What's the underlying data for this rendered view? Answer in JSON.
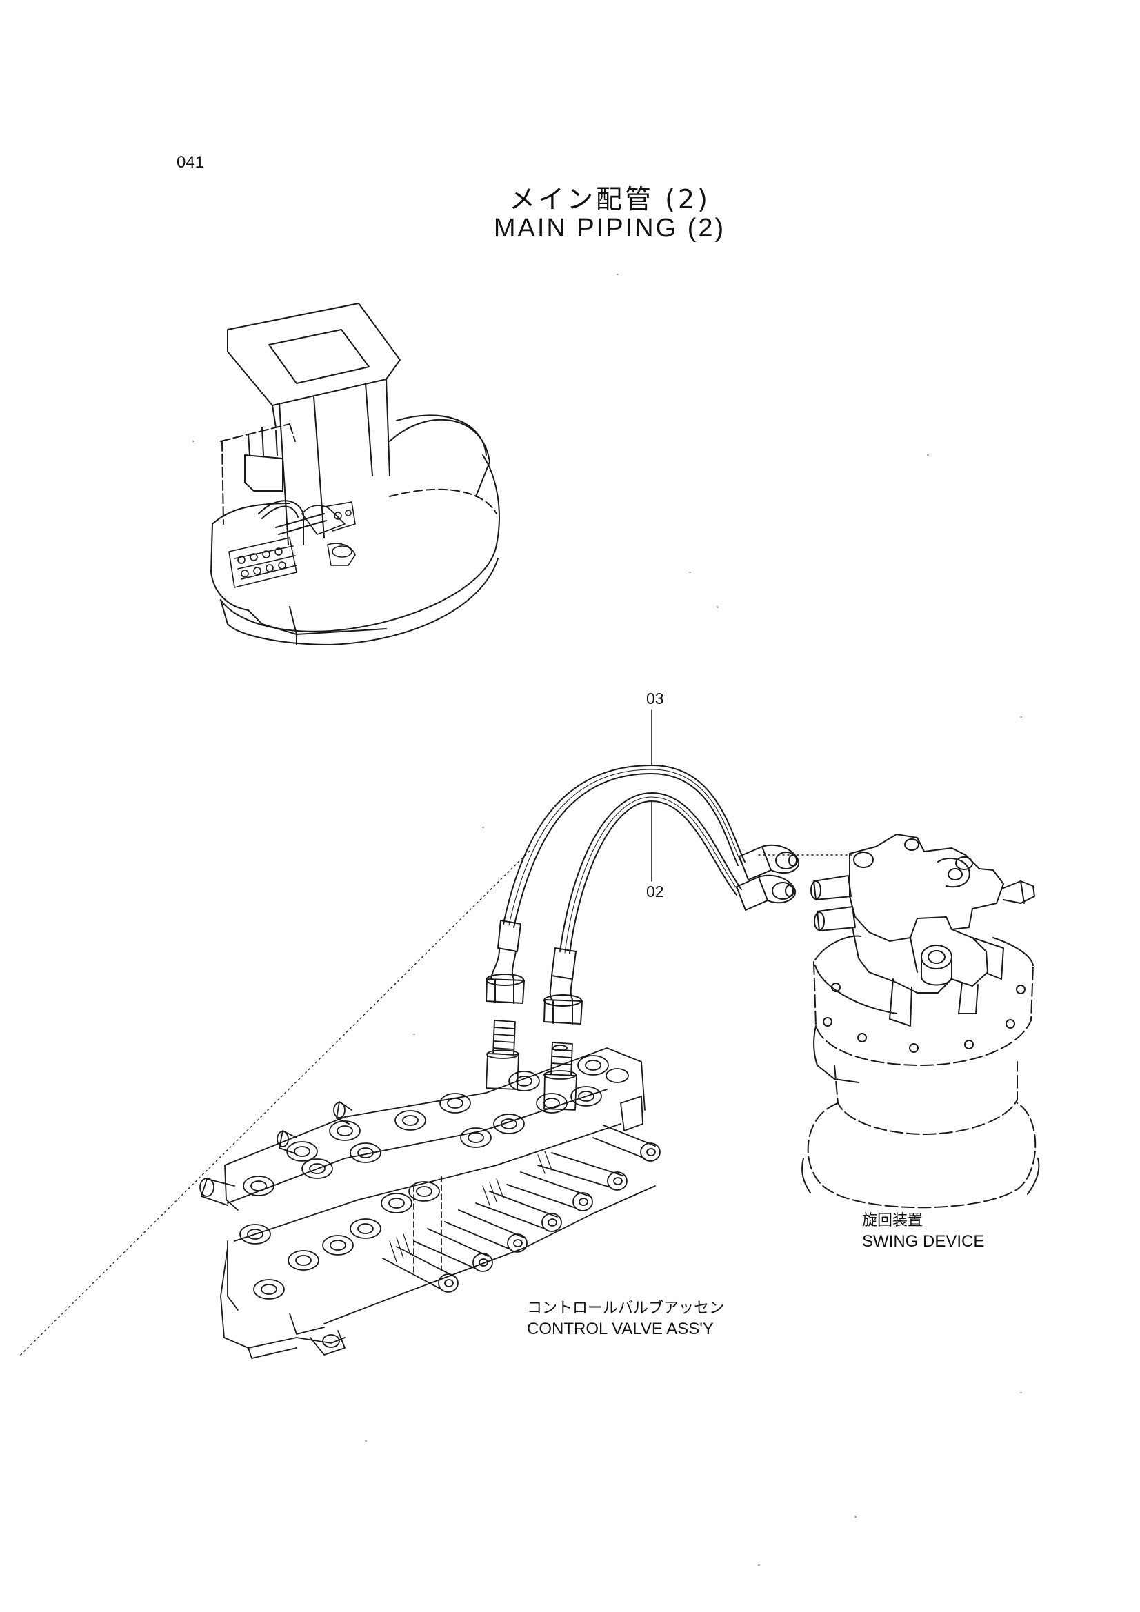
{
  "page": {
    "number": "041"
  },
  "title": {
    "jp": "メイン配管 (2)",
    "en": "MAIN PIPING (2)"
  },
  "callouts": [
    {
      "id": "03",
      "label": "03"
    },
    {
      "id": "02",
      "label": "02"
    }
  ],
  "parts": {
    "swing_device": {
      "jp": "旋回装置",
      "en": "SWING DEVICE"
    },
    "control_valve": {
      "jp": "コントロールバルブアッセン",
      "en": "CONTROL VALVE ASS'Y"
    }
  }
}
